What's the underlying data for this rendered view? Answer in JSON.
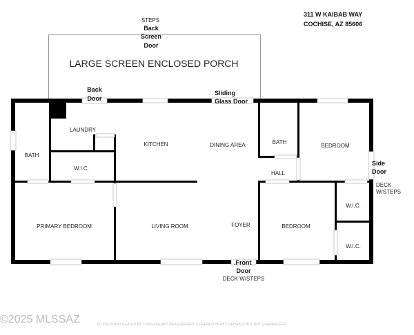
{
  "address": {
    "line1": "311 W KAIBAB WAY",
    "line2": "COCHISE, AZ  85606"
  },
  "porch": {
    "label": "LARGE SCREEN ENCLOSED PORCH",
    "steps": "STEPS",
    "door": [
      "Back",
      "Screen",
      "Door"
    ]
  },
  "rooms": {
    "bath_left": "BATH",
    "laundry": "LAUNDRY",
    "wic_left": "W.I.C.",
    "kitchen": "KITCHEN",
    "dining": "DINING AREA",
    "bath_right": "BATH",
    "bedroom_top": "BEDROOM",
    "hall": "HALL",
    "primary": "PRIMARY BEDROOM",
    "living": "LIVING ROOM",
    "foyer": "FOYER",
    "bedroom_bottom": "BEDROOM",
    "wic_r1": "W.I.C.",
    "wic_r2": "W.I.C."
  },
  "doors": {
    "back": [
      "Back",
      "Door"
    ],
    "sliding": [
      "Sliding",
      "Glass Door"
    ],
    "side": [
      "Side",
      "Door"
    ],
    "front": [
      ".Front",
      "Door"
    ]
  },
  "decks": {
    "side": [
      "DECK",
      "W/STEPS"
    ],
    "front": "DECK W/STEPS"
  },
  "watermark": "©2025 MLSSAZ",
  "footer": "FLOOR PLAN CREATED BY CUBICASA APP. MEASUREMENTS DEEMED HIGHLY RELIABLE BUT NOT GUARANTEED."
}
